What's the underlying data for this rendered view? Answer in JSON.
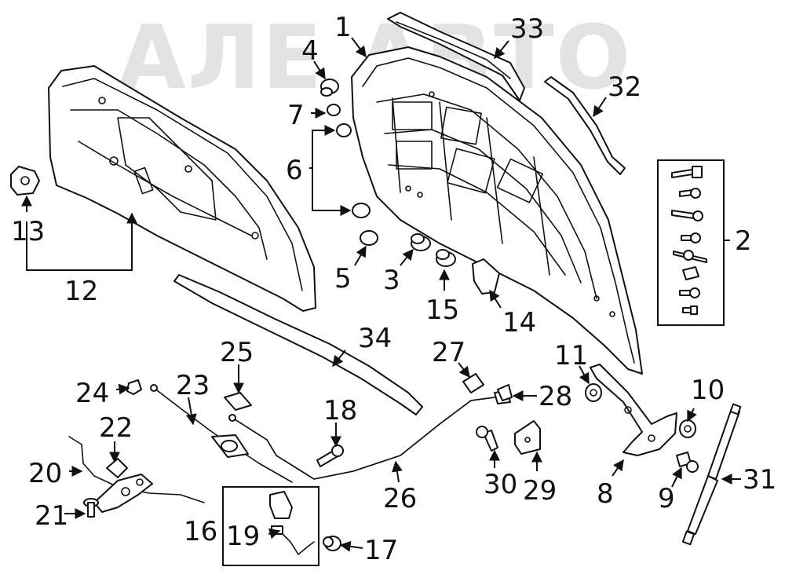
{
  "watermark": "АЛЕ АВТО",
  "callouts": [
    {
      "id": "c1",
      "text": "1"
    },
    {
      "id": "c2",
      "text": "2"
    },
    {
      "id": "c3",
      "text": "3"
    },
    {
      "id": "c4",
      "text": "4"
    },
    {
      "id": "c5",
      "text": "5"
    },
    {
      "id": "c6",
      "text": "6"
    },
    {
      "id": "c7",
      "text": "7"
    },
    {
      "id": "c8",
      "text": "8"
    },
    {
      "id": "c9",
      "text": "9"
    },
    {
      "id": "c10",
      "text": "10"
    },
    {
      "id": "c11",
      "text": "11"
    },
    {
      "id": "c12",
      "text": "12"
    },
    {
      "id": "c13",
      "text": "13"
    },
    {
      "id": "c14",
      "text": "14"
    },
    {
      "id": "c15",
      "text": "15"
    },
    {
      "id": "c16",
      "text": "16"
    },
    {
      "id": "c17",
      "text": "17"
    },
    {
      "id": "c18",
      "text": "18"
    },
    {
      "id": "c19",
      "text": "19"
    },
    {
      "id": "c20",
      "text": "20"
    },
    {
      "id": "c21",
      "text": "21"
    },
    {
      "id": "c22",
      "text": "22"
    },
    {
      "id": "c23",
      "text": "23"
    },
    {
      "id": "c24",
      "text": "24"
    },
    {
      "id": "c25",
      "text": "25"
    },
    {
      "id": "c26",
      "text": "26"
    },
    {
      "id": "c27",
      "text": "27"
    },
    {
      "id": "c28",
      "text": "28"
    },
    {
      "id": "c29",
      "text": "29"
    },
    {
      "id": "c30",
      "text": "30"
    },
    {
      "id": "c31",
      "text": "31"
    },
    {
      "id": "c32",
      "text": "32"
    },
    {
      "id": "c33",
      "text": "33"
    },
    {
      "id": "c34",
      "text": "34"
    }
  ]
}
